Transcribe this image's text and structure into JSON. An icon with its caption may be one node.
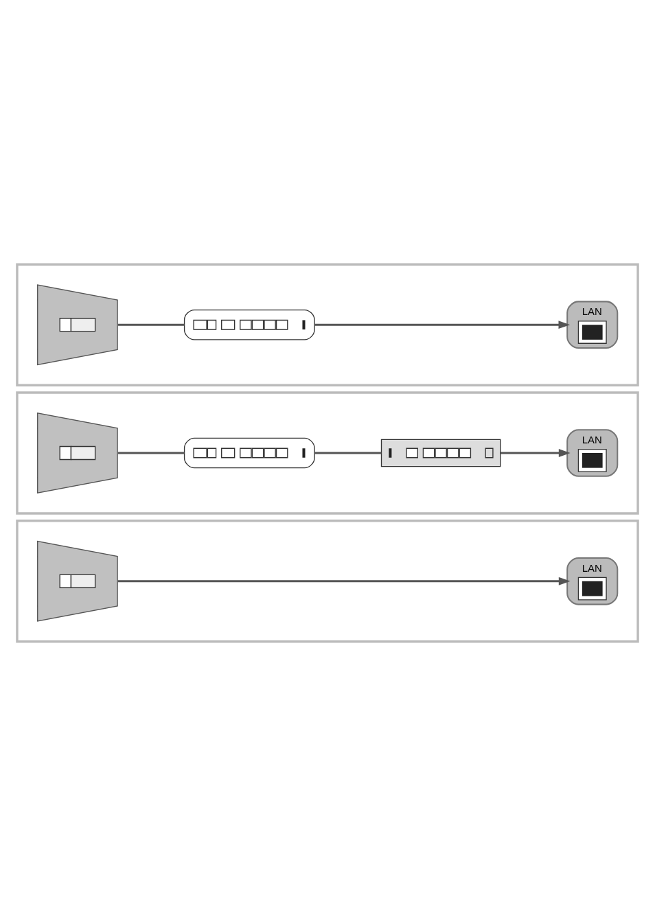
{
  "diagram": {
    "nodes": [
      {
        "text": [],
        "shape": "box"
      },
      {
        "text": [],
        "shape": "picture",
        "in": 0
      },
      {
        "text": [],
        "shape": "picture",
        "in": 0
      },
      {
        "text": [
          "LAN"
        ],
        "in": 0
      },
      {
        "text": [],
        "shape": "box"
      },
      {
        "text": [],
        "shape": "picture",
        "in": 4
      },
      {
        "text": [],
        "shape": "picture",
        "in": 4
      },
      {
        "text": [],
        "shape": "picture",
        "in": 4
      },
      {
        "text": [
          "LAN"
        ],
        "in": 4
      },
      {
        "text": [],
        "shape": "box"
      },
      {
        "text": [],
        "shape": "picture",
        "in": 9
      },
      {
        "text": [
          "LAN"
        ],
        "in": 9
      }
    ],
    "edges": [
      {
        "from": 1,
        "to": 2,
        "arrow": "none"
      },
      {
        "from": 2,
        "to": 3,
        "arrow": "to"
      },
      {
        "from": 5,
        "to": 6,
        "arrow": "none"
      },
      {
        "from": 6,
        "to": 7,
        "arrow": "none"
      },
      {
        "from": 7,
        "to": 8,
        "arrow": "to"
      },
      {
        "from": 10,
        "to": 11,
        "arrow": "to"
      }
    ]
  }
}
